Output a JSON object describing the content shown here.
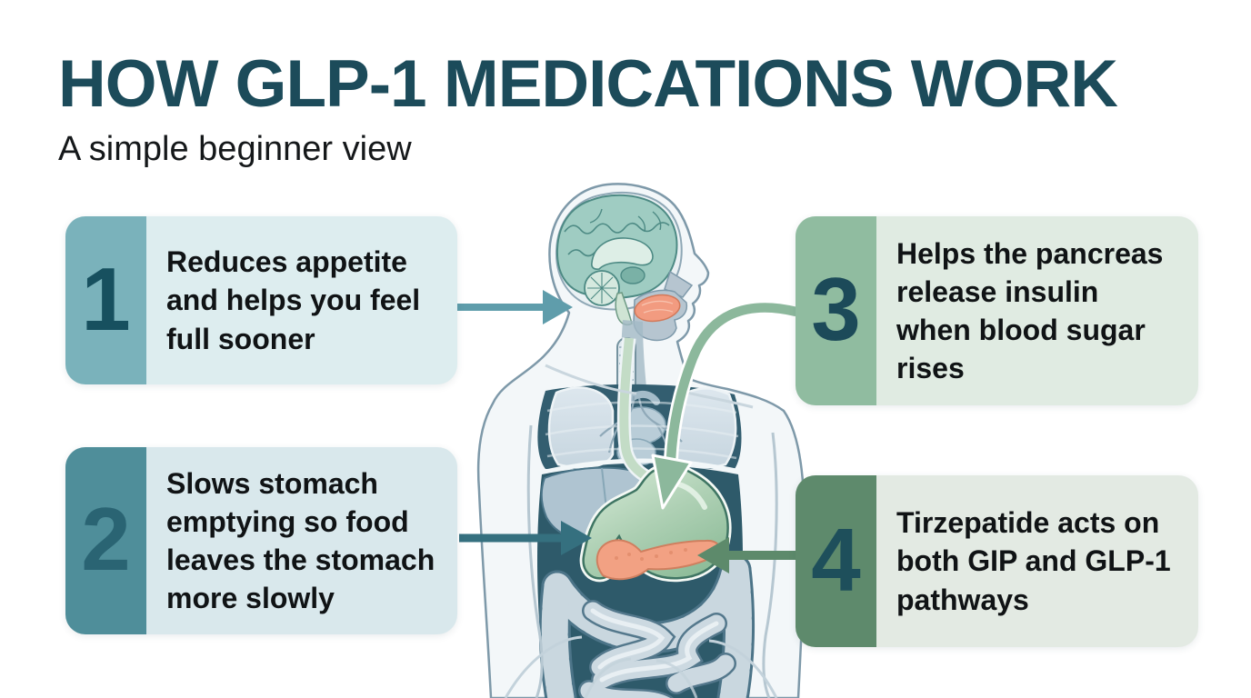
{
  "page": {
    "title": "HOW GLP-1 MEDICATIONS WORK",
    "subtitle": "A simple beginner view"
  },
  "colors": {
    "background": "#ffffff",
    "title": "#1c4b5a",
    "subtitle": "#15181a",
    "step_text": "#101315"
  },
  "steps": [
    {
      "number": "1",
      "text": "Reduces appetite and helps you feel full sooner",
      "panel_color": "#7ab2bb",
      "digit_color": "#17505f",
      "bg_color": "#ddedef",
      "arrow_color": "#5f9dab",
      "arrow_target": "brain"
    },
    {
      "number": "2",
      "text": "Slows stomach emptying so food leaves the stomach more slowly",
      "panel_color": "#4f8e9a",
      "digit_color": "#2a6473",
      "bg_color": "#d9e8ec",
      "arrow_color": "#35707f",
      "arrow_target": "stomach"
    },
    {
      "number": "3",
      "text": "Helps the pancreas release insulin when blood sugar rises",
      "panel_color": "#90bca0",
      "digit_color": "#1c4a59",
      "bg_color": "#e0ebe2",
      "arrow_color": "#8cb89c",
      "arrow_target": "stomach-pancreas"
    },
    {
      "number": "4",
      "text": "Tirzepatide acts on both GIP and GLP-1 pathways",
      "panel_color": "#5e8a6c",
      "digit_color": "#1e4f5b",
      "bg_color": "#e3eae3",
      "arrow_color": "#5d8a6b",
      "arrow_target": "intestines-pancreas"
    }
  ],
  "illustration": {
    "name": "sagittal-human-anatomy",
    "organs": [
      "brain",
      "mouth-tongue",
      "trachea",
      "esophagus",
      "lungs",
      "heart",
      "liver",
      "stomach",
      "pancreas",
      "large-intestine",
      "small-intestine"
    ]
  }
}
